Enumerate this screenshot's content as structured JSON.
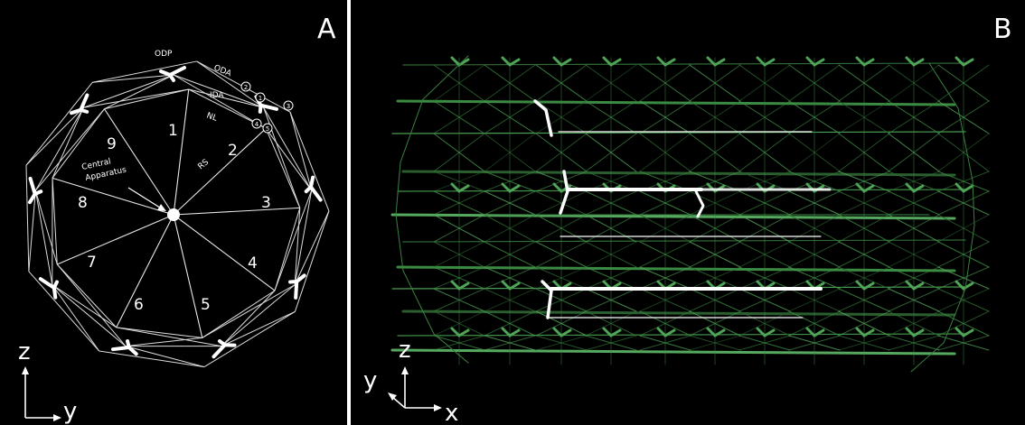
{
  "panels": {
    "a": {
      "letter": "A",
      "labels": {
        "odp": "ODP",
        "oda": "ODA",
        "ida": "IDA",
        "nl": "NL",
        "rs": "RS",
        "central_line1": "Central",
        "central_line2": "Apparatus"
      },
      "doublet_numbers": [
        "1",
        "2",
        "3",
        "4",
        "5",
        "6",
        "7",
        "8",
        "9"
      ],
      "circled_markers": [
        "1",
        "2",
        "3",
        "4",
        "5"
      ],
      "axes": {
        "vertical": "z",
        "horizontal": "y"
      }
    },
    "b": {
      "letter": "B",
      "axes": {
        "vertical": "z",
        "depth": "y",
        "horizontal": "x"
      }
    }
  },
  "colors": {
    "background": "#000000",
    "wireframe_a": "#e8e8e8",
    "wireframe_b": "#3f8f46",
    "highlight_b": "#ffffff",
    "divider": "#ffffff"
  }
}
